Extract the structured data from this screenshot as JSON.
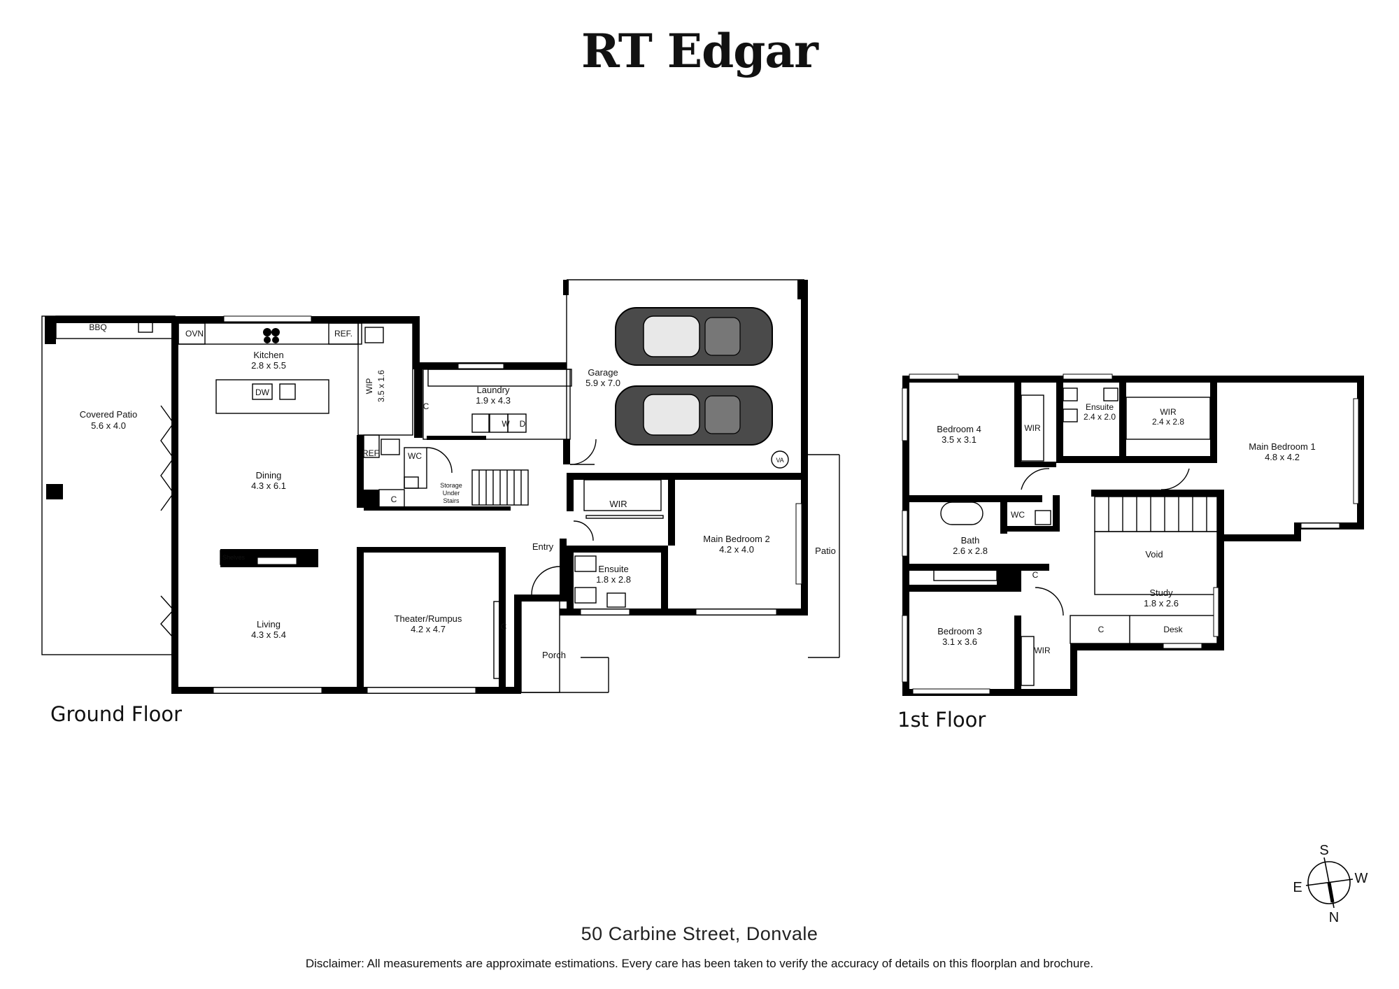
{
  "brand": "RT Edgar",
  "floors": {
    "ground": "Ground Floor",
    "first": "1st Floor"
  },
  "rooms": {
    "covered_patio": {
      "name": "Covered Patio",
      "size": "5.6 x 4.0"
    },
    "kitchen": {
      "name": "Kitchen",
      "size": "2.8 x 5.5"
    },
    "wip": {
      "name": "WIP",
      "size": "3.5 x 1.6"
    },
    "laundry": {
      "name": "Laundry",
      "size": "1.9 x 4.3"
    },
    "garage": {
      "name": "Garage",
      "size": "5.9 x 7.0"
    },
    "dining": {
      "name": "Dining",
      "size": "4.3 x 6.1"
    },
    "living": {
      "name": "Living",
      "size": "4.3 x 5.4"
    },
    "theater": {
      "name": "Theater/Rumpus",
      "size": "4.2 x 4.7"
    },
    "main_bedroom_2": {
      "name": "Main Bedroom 2",
      "size": "4.2 x 4.0"
    },
    "ensuite_ground": {
      "name": "Ensuite",
      "size": "1.8 x 2.8"
    },
    "bedroom_4": {
      "name": "Bedroom 4",
      "size": "3.5 x 3.1"
    },
    "ensuite_first": {
      "name": "Ensuite",
      "size": "2.4 x 2.0"
    },
    "wir_main": {
      "name": "WIR",
      "size": "2.4 x 2.8"
    },
    "main_bedroom_1": {
      "name": "Main Bedroom 1",
      "size": "4.8 x 4.2"
    },
    "bath": {
      "name": "Bath",
      "size": "2.6 x 2.8"
    },
    "study": {
      "name": "Study",
      "size": "1.8 x 2.6"
    },
    "bedroom_3": {
      "name": "Bedroom 3",
      "size": "3.1 x 3.6"
    }
  },
  "labels": {
    "bbq": "BBQ",
    "ovn": "OVN",
    "ref": "REF.",
    "dw": "DW",
    "wc": "WC",
    "c": "C",
    "w": "W",
    "d": "D",
    "storage": [
      "Storage",
      "Under",
      "Stairs"
    ],
    "shelves": "Shelves",
    "entry": "Entry",
    "porch": "Porch",
    "patio": "Patio",
    "va": "VA",
    "wir": "WIR",
    "void": "Void",
    "desk": "Desk"
  },
  "compass": {
    "s": "S",
    "w": "W",
    "e": "E",
    "n": "N"
  },
  "address": "50 Carbine Street, Donvale",
  "disclaimer": "Disclaimer: All measurements are approximate estimations. Every care has been taken to verify the accuracy of details on this floorplan and brochure."
}
